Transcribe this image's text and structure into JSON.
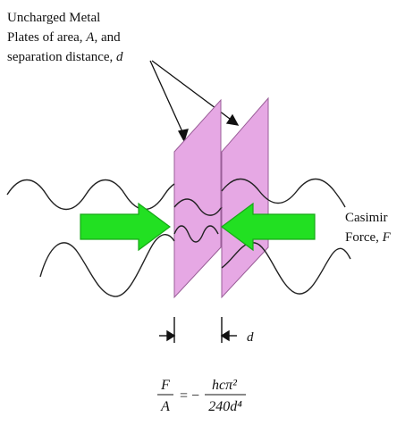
{
  "labels": {
    "plates_line1": "Uncharged Metal",
    "plates_line2_pre": "Plates of area, ",
    "plates_line2_var": "A",
    "plates_line2_post": ", and",
    "plates_line3_pre": "separation distance, ",
    "plates_line3_var": "d",
    "force_line1": "Casimir",
    "force_line2_pre": "Force, ",
    "force_line2_var": "F",
    "gap_var": "d"
  },
  "equation": {
    "lhs_num": "F",
    "lhs_den": "A",
    "eq": "= −",
    "rhs_num": "hcπ²",
    "rhs_den": "240d⁴"
  },
  "colors": {
    "plate_fill": "#e6a8e4",
    "plate_stroke": "#9a5e98",
    "arrow_fill": "#22e022",
    "arrow_stroke": "#17a817",
    "wave": "#222222"
  }
}
